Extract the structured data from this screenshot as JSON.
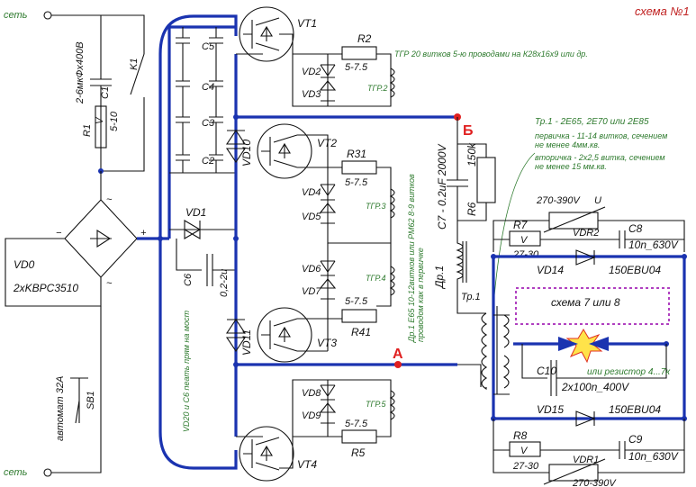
{
  "title": "схема №1",
  "mains": {
    "top": "сеть",
    "bottom": "сеть"
  },
  "breaker": {
    "name": "автомат 32А",
    "ref": "SB1"
  },
  "bridge": {
    "ref": "VD0",
    "part": "2хKBPC3510"
  },
  "cap_c1": {
    "ref": "C1",
    "value": "2-6мкФх400В"
  },
  "relay": "K1",
  "resistor_r1": {
    "ref": "R1",
    "value": "5-10",
    "type": "V"
  },
  "caps_bank": [
    "C5",
    "C4",
    "C3",
    "C2"
  ],
  "vd1": "VD1",
  "c6": {
    "ref": "C6",
    "value": "0,2-2u"
  },
  "note_vd20": "VD20 и C6 пеать прям на мост",
  "transistors": [
    "VT1",
    "VT2",
    "VT3",
    "VT4"
  ],
  "tvs": [
    "VD10",
    "VD11"
  ],
  "r2": {
    "ref": "R2",
    "value": "5-7.5"
  },
  "r31": {
    "ref": "R31",
    "value": "5-7.5"
  },
  "r41": {
    "ref": "R41",
    "value": "5-7.5"
  },
  "r5": {
    "ref": "R5",
    "value": "5-7.5"
  },
  "diodes": [
    "VD2",
    "VD3",
    "VD4",
    "VD5",
    "VD6",
    "VD7",
    "VD8",
    "VD9"
  ],
  "gdt": [
    "ТГР.2",
    "ТГР.3",
    "ТГР.4",
    "ТГР.5"
  ],
  "note_tgr": "ТГР 20 витков 5-ю проводами на К28х16х9 или др.",
  "point_b": "Б",
  "point_a": "А",
  "c7": {
    "ref": "C7 - 0.2uF 2000V"
  },
  "r6": {
    "ref": "R6",
    "value": "150k"
  },
  "dr1": {
    "ref": "Др.1",
    "note1": "Др.1 Е65 10-12витков или РМ62 8-9 витков",
    "note2": "проводом как в первичке"
  },
  "tr1": {
    "ref": "Тр.1",
    "note": "Тр.1 - 2Е65, 2Е70 или 2Е85",
    "prim1": "первичка - 11-14 витков, сечением",
    "prim2": "не менее 4мм.кв.",
    "sec1": "вторичка - 2х2,5 витка, сечением",
    "sec2": "не менее 15 мм.кв."
  },
  "vdr2": {
    "ref": "VDR2",
    "value": "270-390V",
    "u": "U"
  },
  "r7": {
    "ref": "R7",
    "value": "27-30",
    "type": "V"
  },
  "c8": {
    "ref": "C8",
    "value": "10n_630V"
  },
  "vd14": {
    "ref": "VD14",
    "part": "150EBU04"
  },
  "box_label": "схема 7 или 8",
  "c10": {
    "ref": "C10",
    "note": "или резистор 4...7к",
    "value": "2х100n_400V"
  },
  "vd15": {
    "ref": "VD15",
    "part": "150EBU04"
  },
  "r8": {
    "ref": "R8",
    "value": "27-30",
    "type": "V"
  },
  "c9": {
    "ref": "C9",
    "value": "10n_630V"
  },
  "vdr1": {
    "ref": "VDR1",
    "value": "270-390V"
  }
}
